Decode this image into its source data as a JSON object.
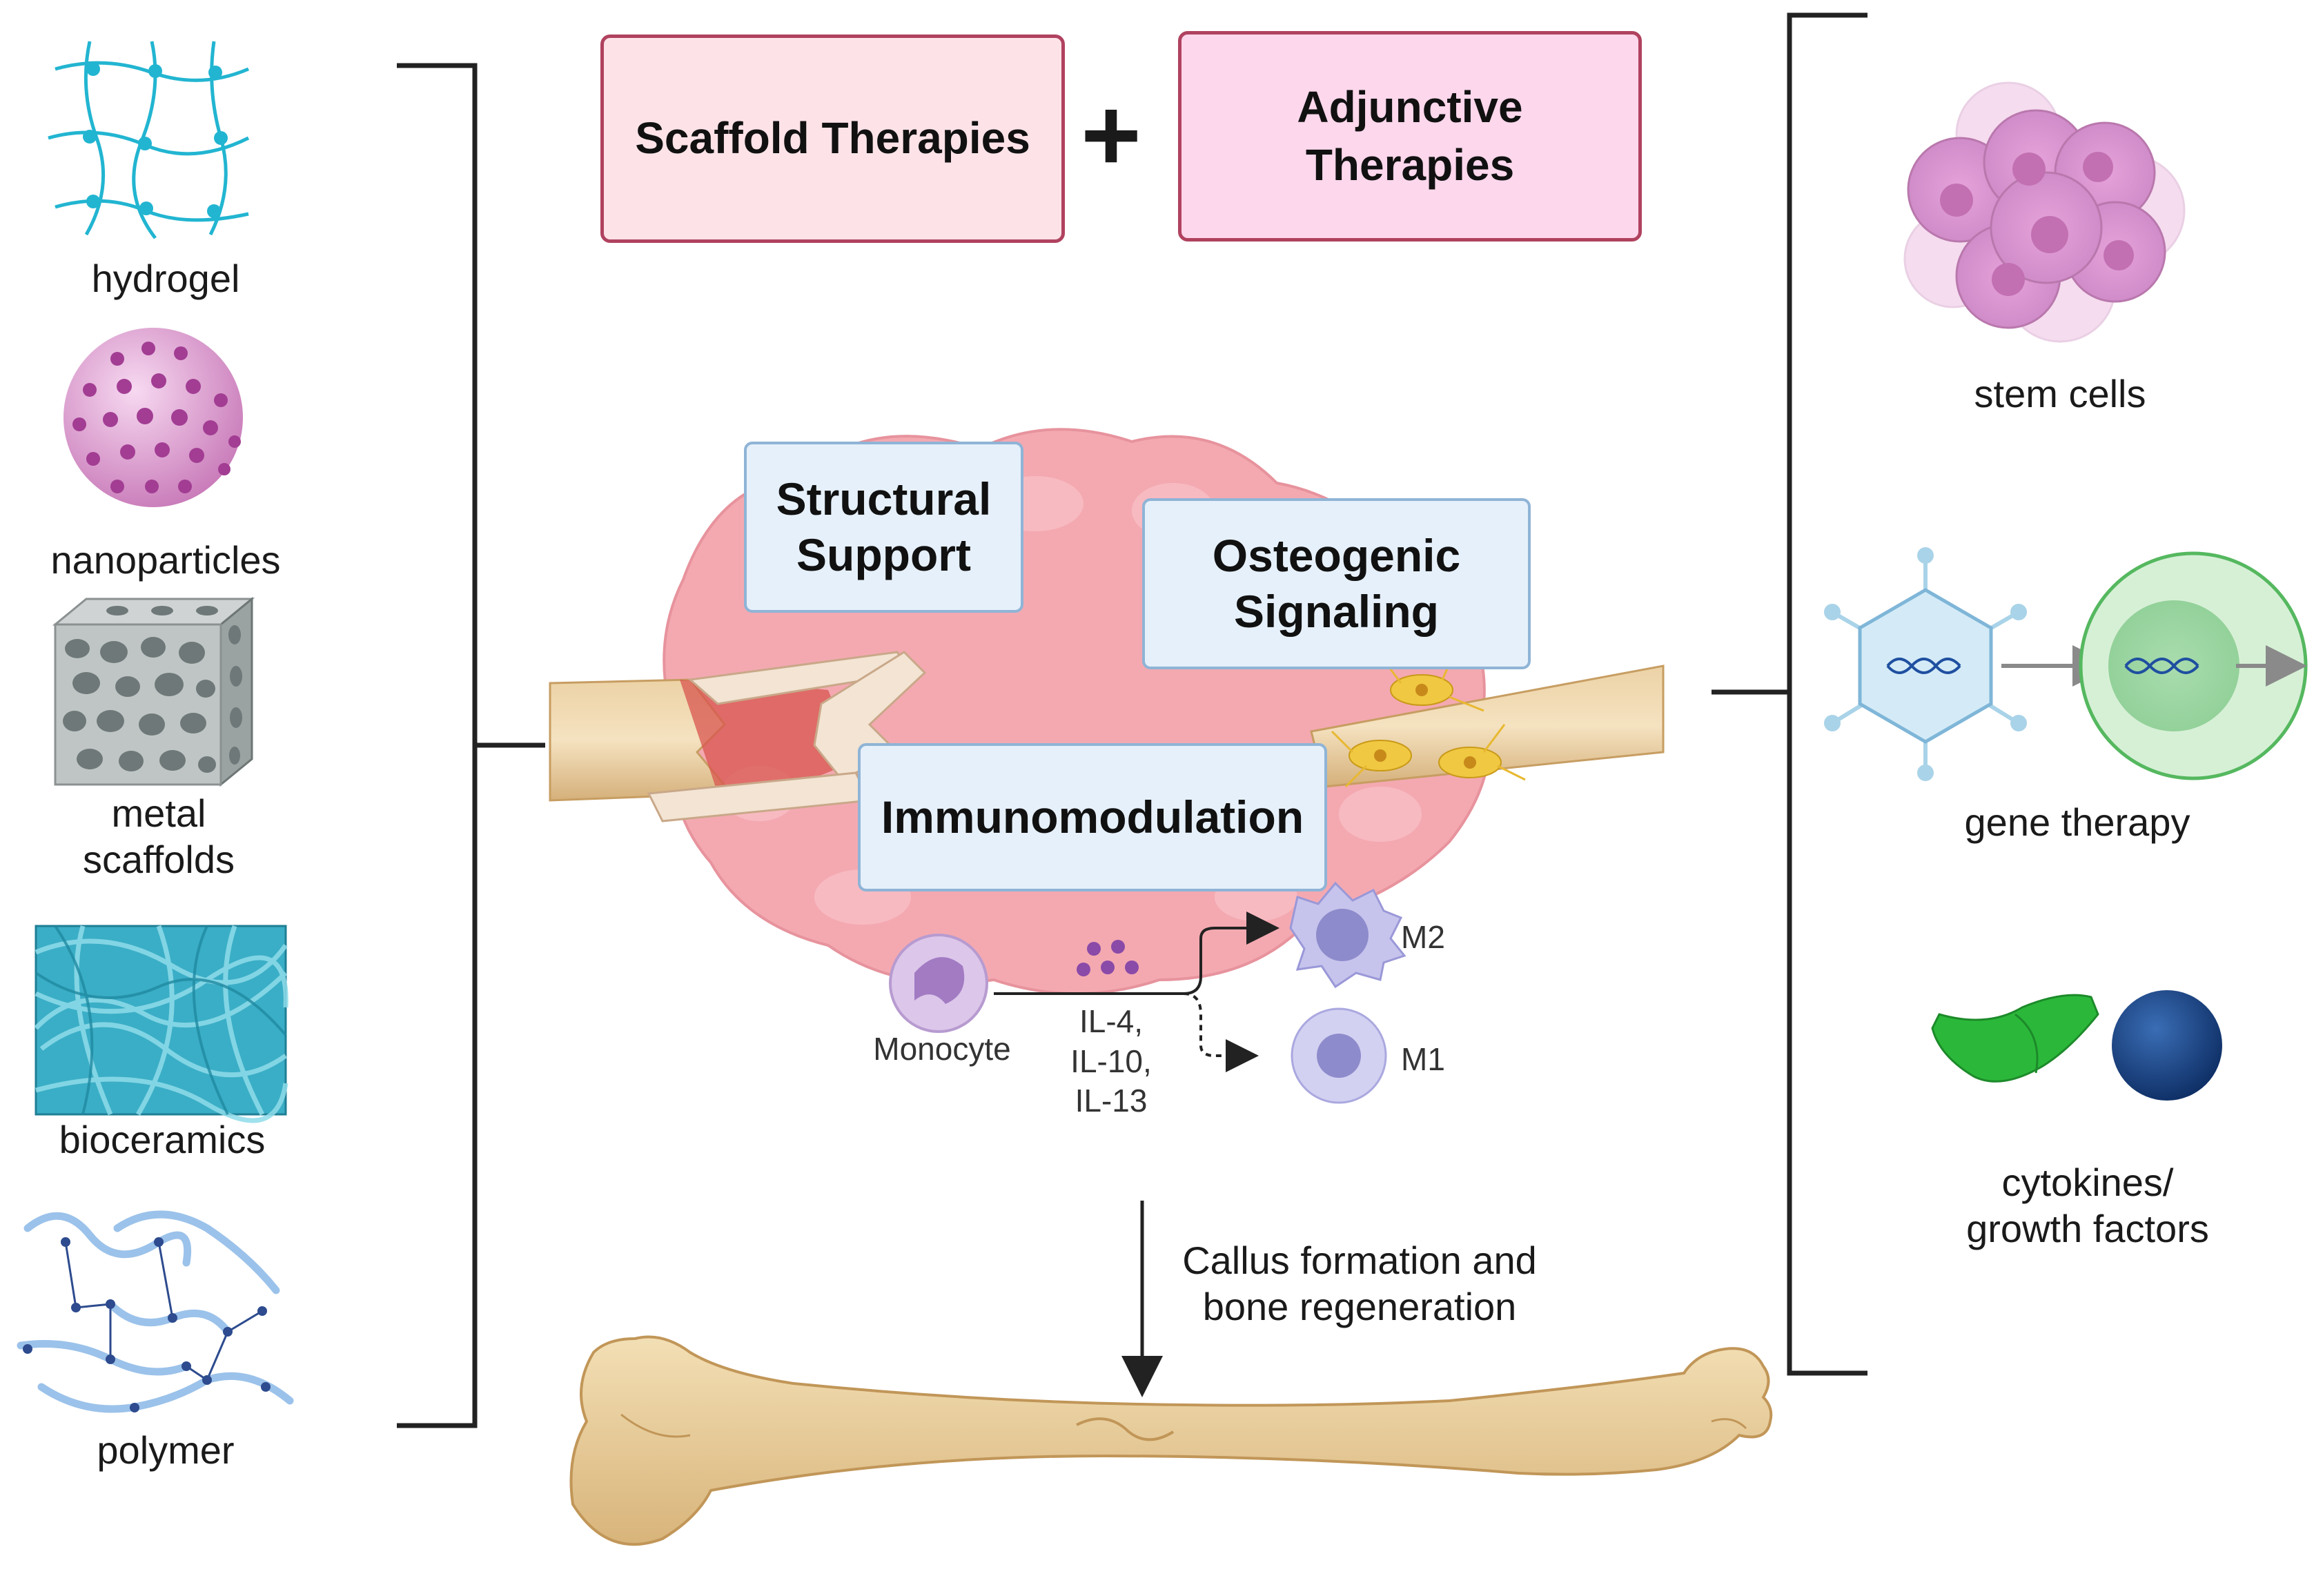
{
  "header": {
    "scaffold_box": "Scaffold Therapies",
    "plus_sign": "+",
    "adjunctive_box": "Adjunctive\nTherapies"
  },
  "left_items": [
    {
      "label": "hydrogel",
      "icon": "hydrogel-network-icon"
    },
    {
      "label": "nanoparticles",
      "icon": "nanoparticle-sphere-icon"
    },
    {
      "label": "metal\nscaffolds",
      "icon": "porous-metal-cube-icon"
    },
    {
      "label": "bioceramics",
      "icon": "bioceramic-fiber-icon"
    },
    {
      "label": "polymer",
      "icon": "polymer-chain-icon"
    }
  ],
  "right_items": [
    {
      "label": "stem cells",
      "icon": "stem-cell-cluster-icon"
    },
    {
      "label": "gene therapy",
      "icon": "viral-vector-icon"
    },
    {
      "label": "cytokines/\ngrowth factors",
      "icon": "protein-icon"
    }
  ],
  "center": {
    "structural_support": "Structural\nSupport",
    "osteogenic_signaling": "Osteogenic\nSignaling",
    "immunomodulation": "Immunomodulation",
    "monocyte": "Monocyte",
    "cytokines": "IL-4,\nIL-10,\nIL-13",
    "m2": "M2",
    "m1": "M1",
    "outcome": "Callus formation and\nbone regeneration"
  },
  "colors": {
    "scaffold_fill": "#fde3e8",
    "adjunctive_fill": "#fdd7ec",
    "box_border": "#b0425f",
    "blue_box": "#e6f0fa",
    "bracket": "#222222",
    "tissue": "#f2a7ae",
    "bone": "#e8cf9f"
  }
}
